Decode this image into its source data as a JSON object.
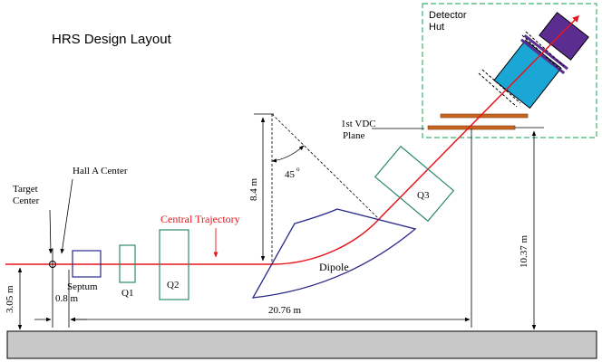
{
  "title": "HRS Design Layout",
  "labels": {
    "detector_hut_line1": "Detector",
    "detector_hut_line2": "Hut",
    "vdc_line1": "1st VDC",
    "vdc_line2": "Plane",
    "target_line1": "Target",
    "target_line2": "Center",
    "hall_center": "Hall A Center",
    "central_trajectory": "Central Trajectory",
    "septum": "Septum",
    "q1": "Q1",
    "q2": "Q2",
    "q3": "Q3",
    "dipole": "Dipole"
  },
  "dimensions": {
    "height_dipole": "8.4 m",
    "bend_angle": "45",
    "bend_angle_unit": "o",
    "beam_height": "3.05 m",
    "target_offset": "0.8 m",
    "total_length": "20.76 m",
    "vdc_height": "10.37 m"
  },
  "colors": {
    "beam": "#e8141c",
    "dipole": "#2a2a8c",
    "quad": "#2e8a6e",
    "septum": "#2a2a8c",
    "hut_border": "#3cb371",
    "detector_cyan": "#1aa7d6",
    "detector_purple": "#5b2d91",
    "vdc_plane": "#c8651e",
    "floor": "#c8c8c8",
    "line": "#000000"
  }
}
